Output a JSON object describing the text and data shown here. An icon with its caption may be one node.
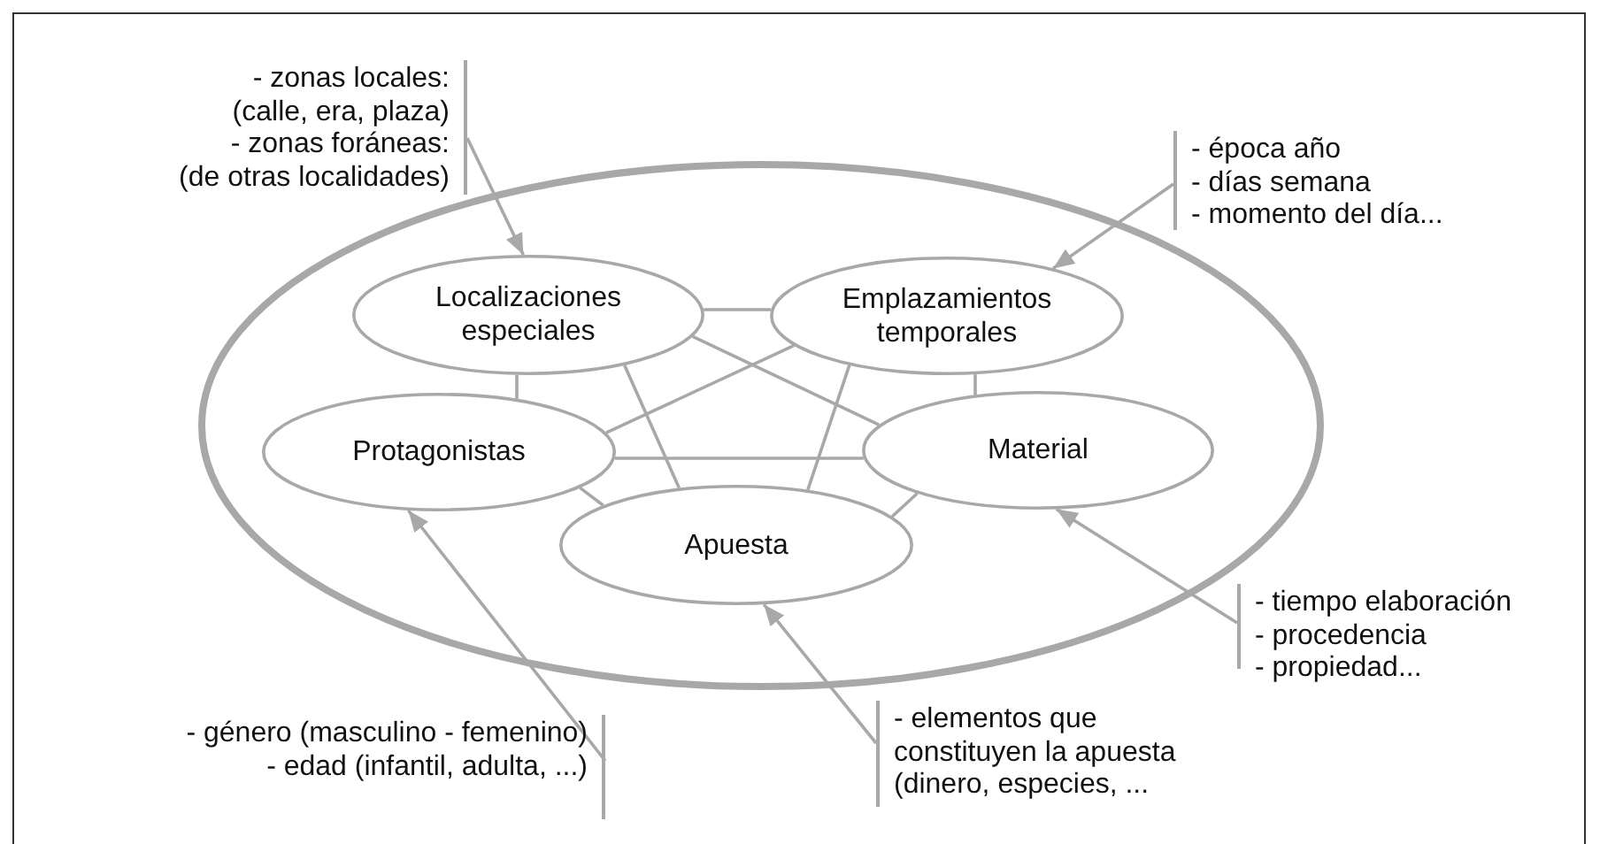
{
  "diagram": {
    "nodes": [
      {
        "text": [],
        "shape": "ellipse"
      },
      {
        "text": [
          "Localizaciones especiales"
        ],
        "in": 0
      },
      {
        "text": [
          "Emplazamientos temporales"
        ],
        "in": 0
      },
      {
        "text": [
          "Protagonistas"
        ],
        "in": 0
      },
      {
        "text": [
          "Material"
        ],
        "in": 0
      },
      {
        "text": [
          "Apuesta"
        ],
        "in": 0
      },
      {
        "text": [
          "- zonas locales:",
          "(calle, era, plaza)",
          "- zonas foráneas:",
          "(de otras localidades)"
        ]
      },
      {
        "text": [
          "- época año",
          "- días semana",
          "- momento del día..."
        ]
      },
      {
        "text": [
          "- tiempo elaboración",
          "- procedencia",
          "- propiedad..."
        ]
      },
      {
        "text": [
          "- elementos que",
          "constituyen la apuesta",
          "(dinero, especies, ..."
        ]
      },
      {
        "text": [
          "- género (masculino - femenino)",
          "- edad (infantil, adulta, ...)"
        ]
      }
    ],
    "edges": [
      {
        "from": 1,
        "to": 2,
        "arrow": "none"
      },
      {
        "from": 1,
        "to": 3,
        "arrow": "none"
      },
      {
        "from": 1,
        "to": 5,
        "arrow": "none"
      },
      {
        "from": 1,
        "to": 4,
        "arrow": "none"
      },
      {
        "from": 2,
        "to": 3,
        "arrow": "none"
      },
      {
        "from": 2,
        "to": 5,
        "arrow": "none"
      },
      {
        "from": 2,
        "to": 4,
        "arrow": "none"
      },
      {
        "from": 3,
        "to": 4,
        "arrow": "none"
      },
      {
        "from": 3,
        "to": 5,
        "arrow": "none"
      },
      {
        "from": 4,
        "to": 5,
        "arrow": "none"
      },
      {
        "from": 6,
        "to": 1,
        "arrow": "to"
      },
      {
        "from": 7,
        "to": 2,
        "arrow": "to"
      },
      {
        "from": 8,
        "to": 4,
        "arrow": "to"
      },
      {
        "from": 9,
        "to": 5,
        "arrow": "to"
      },
      {
        "from": 10,
        "to": 3,
        "arrow": "to"
      }
    ]
  }
}
